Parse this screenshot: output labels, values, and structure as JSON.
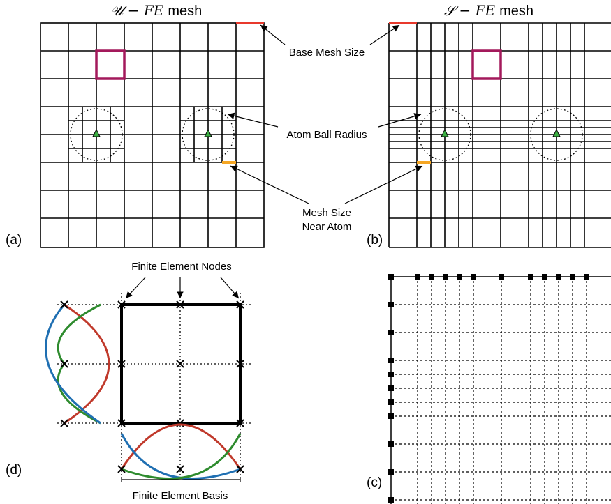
{
  "panels": {
    "a": {
      "label": "(a)",
      "title_script": "𝒰",
      "title_rest": "− FE",
      "title_suffix": "mesh"
    },
    "b": {
      "label": "(b)",
      "title_script": "𝒮",
      "title_rest": "− FE",
      "title_suffix": "mesh"
    },
    "c": {
      "label": "(c)"
    },
    "d": {
      "label": "(d)"
    }
  },
  "annotations": {
    "base_mesh_size": "Base Mesh Size",
    "atom_ball_radius": "Atom Ball Radius",
    "mesh_size_line1": "Mesh Size",
    "mesh_size_line2": "Near Atom",
    "fe_nodes": "Finite Element Nodes",
    "fe_basis": "Finite Element Basis"
  },
  "colors": {
    "base_mesh_marker": "#e8392c",
    "near_atom_marker": "#f5a623",
    "element_highlight": "#a3195b",
    "atom_marker": "#3cb043",
    "basis_left": "#c0392b",
    "basis_middle": "#2e8b2e",
    "basis_right": "#1f6fb2"
  },
  "icons": {
    "atom": "green-triangle",
    "node": "black-cross",
    "boundary_node": "black-square"
  }
}
